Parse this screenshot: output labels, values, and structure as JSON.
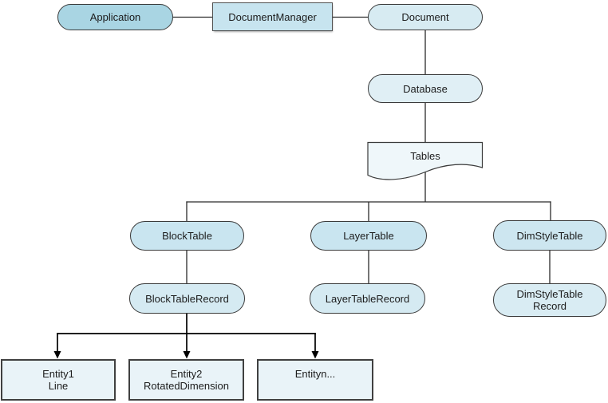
{
  "diagram": {
    "nodes": {
      "application": {
        "label": "Application",
        "fill": "#a9d5e3"
      },
      "document_manager": {
        "label": "DocumentManager",
        "fill": "#c7e4ef"
      },
      "document": {
        "label": "Document",
        "fill": "#d7ebf2"
      },
      "database": {
        "label": "Database",
        "fill": "#e0eff5"
      },
      "tables": {
        "label": "Tables",
        "fill": "#eff7fa"
      },
      "block_table": {
        "label": "BlockTable",
        "fill": "#c9e5f0"
      },
      "layer_table": {
        "label": "LayerTable",
        "fill": "#c9e5f0"
      },
      "dim_style_table": {
        "label": "DimStyleTable",
        "fill": "#cde6f0"
      },
      "block_table_record": {
        "label": "BlockTableRecord",
        "fill": "#d5eaf2"
      },
      "layer_table_record": {
        "label": "LayerTableRecord",
        "fill": "#d5eaf2"
      },
      "dim_style_table_record": {
        "line1": "DimStyleTable",
        "line2": "Record",
        "fill": "#d9ecf3"
      },
      "entity1": {
        "line1": "Entity1",
        "line2": "Line",
        "fill": "#e9f3f8"
      },
      "entity2": {
        "line1": "Entity2",
        "line2": "RotatedDimension",
        "fill": "#e9f3f8"
      },
      "entityn": {
        "line1": "Entityn...",
        "fill": "#e9f3f8"
      }
    },
    "line_color": "#2b2b2b",
    "arrow_color": "#000000"
  }
}
